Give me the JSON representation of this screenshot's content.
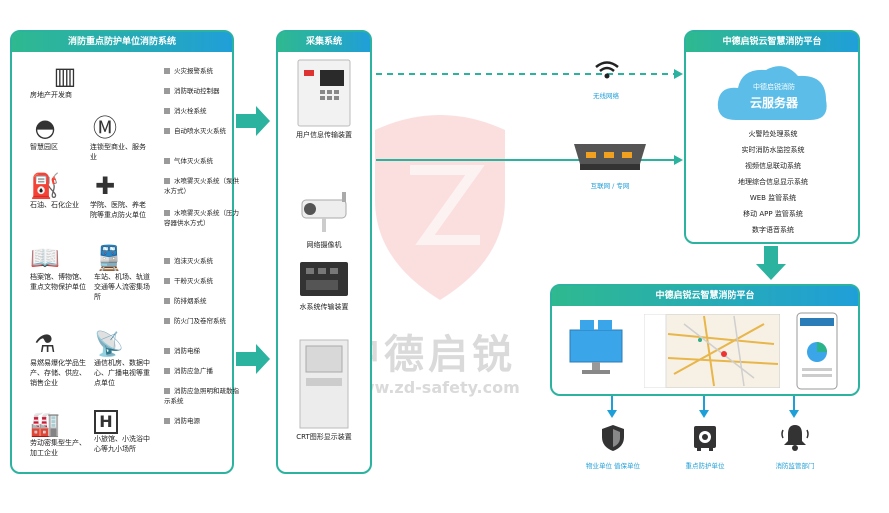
{
  "left_panel": {
    "title": "消防重点防护单位消防系统",
    "entities": [
      {
        "label": "房地产开发商",
        "icon": "building-icon"
      },
      {
        "label": "智慧园区",
        "icon": "park-icon"
      },
      {
        "label": "连锁型商业、服务业",
        "icon": "chain-store-icon"
      },
      {
        "label": "石油、石化企业",
        "icon": "oil-icon"
      },
      {
        "label": "学院、医院、养老院等重点防火单位",
        "icon": "hospital-icon"
      },
      {
        "label": "档案馆、博物馆、重点文物保护单位",
        "icon": "book-icon"
      },
      {
        "label": "车站、机场、轨道交通等人流密集场所",
        "icon": "train-icon"
      },
      {
        "label": "易燃易爆化学品生产、存储、供应、销售企业",
        "icon": "chemical-icon"
      },
      {
        "label": "通信机房、数据中心、广播电视等重点单位",
        "icon": "datacenter-icon"
      },
      {
        "label": "劳动密集型生产、加工企业",
        "icon": "factory-icon"
      },
      {
        "label": "小旅馆、小洗浴中心等九小场所",
        "icon": "hotel-icon"
      }
    ],
    "systems": [
      "火灾报警系统",
      "消防联动控制器",
      "消火栓系统",
      "自动喷水灭火系统",
      "气体灭火系统",
      "水喷雾灭火系统（泵供水方式）",
      "水喷雾灭火系统（压力容器供水方式）",
      "泡沫灭火系统",
      "干粉灭火系统",
      "防排烟系统",
      "防火门及卷帘系统",
      "消防电梯",
      "消防应急广播",
      "消防应急照明和疏散指示系统",
      "消防电源"
    ]
  },
  "mid_panel": {
    "title": "采集系统",
    "devices": [
      {
        "label": "用户信息传输装置",
        "icon": "transmitter-icon"
      },
      {
        "label": "网络摄像机",
        "icon": "camera-icon"
      },
      {
        "label": "水系统传输装置",
        "icon": "water-transmitter-icon"
      },
      {
        "label": "CRT图形显示装置",
        "icon": "crt-display-icon"
      }
    ]
  },
  "links": {
    "wireless": "无线网络",
    "internet": "互联网 / 专网"
  },
  "cloud_panel": {
    "title": "中德启锐云智慧消防平台",
    "cloud_small": "中德启锐消防",
    "cloud_big": "云服务器",
    "items": [
      "火警险处理系统",
      "实时消防水监控系统",
      "视频信息联动系统",
      "地理综合信息显示系统",
      "WEB 监管系统",
      "移动 APP 监管系统",
      "数字语音系统"
    ]
  },
  "bottom_panel": {
    "title": "中德启锐云智慧消防平台",
    "outputs": [
      {
        "label": "物业单位 值保单位",
        "icon": "shield-icon"
      },
      {
        "label": "重点防护单位",
        "icon": "safe-icon"
      },
      {
        "label": "消防监管部门",
        "icon": "bell-icon"
      }
    ]
  },
  "watermark": {
    "text": "中德启锐",
    "url": "www.zd-safety.com"
  },
  "colors": {
    "accent": "#2bb3a0",
    "blue": "#1f9fd8",
    "cloud": "#5bbde8"
  }
}
